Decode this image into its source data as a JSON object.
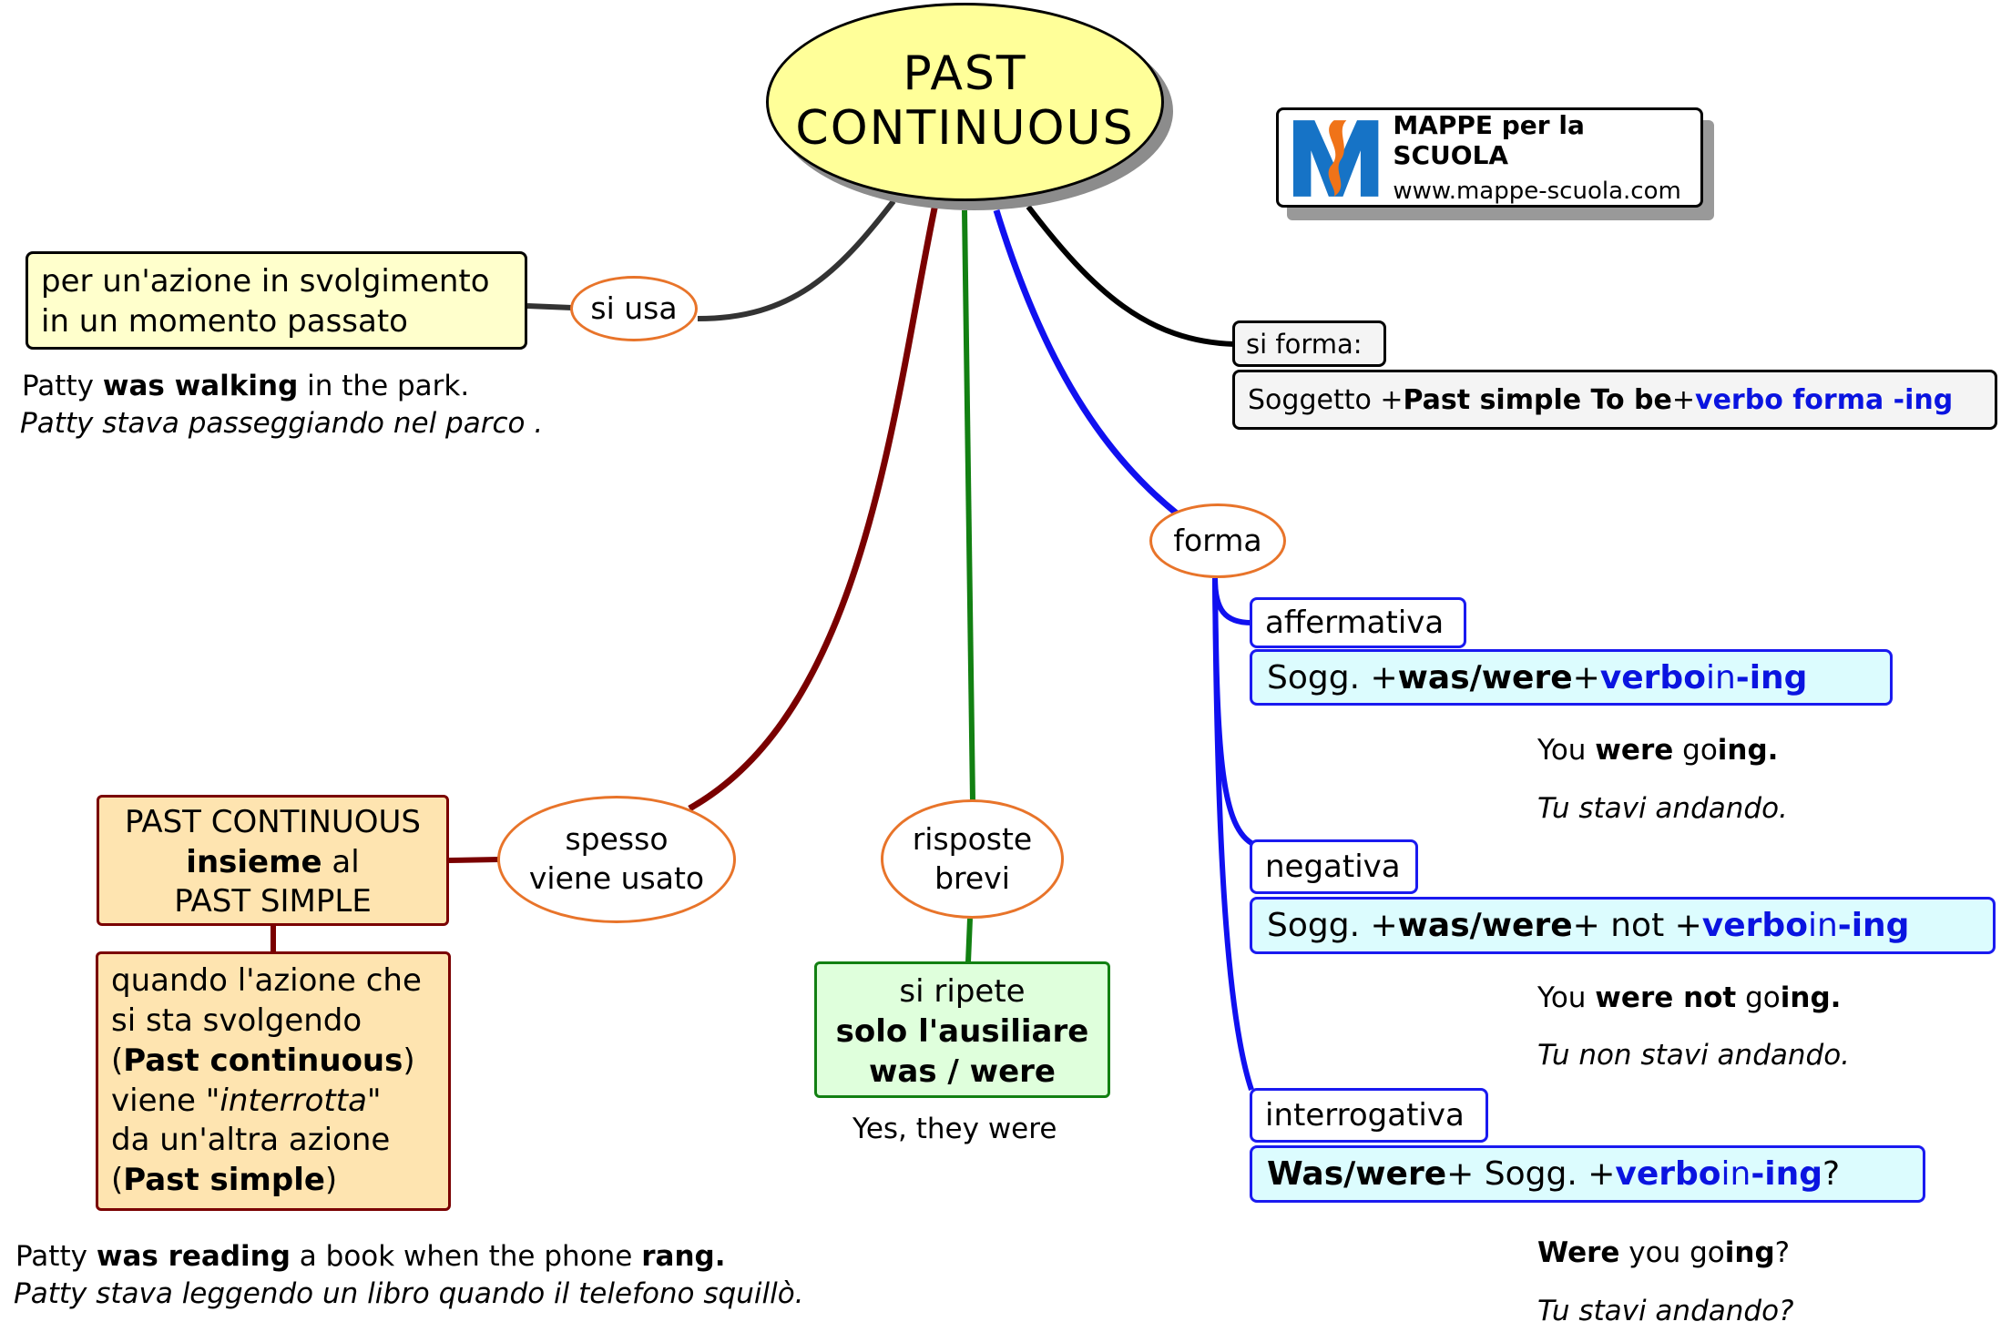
{
  "title": {
    "line1": "PAST",
    "line2": "CONTINUOUS"
  },
  "logo": {
    "name": "MAPPE per la SCUOLA",
    "url": "www.mappe-scuola.com",
    "letter": "M",
    "colors": {
      "blue": "#1673c6",
      "orange": "#f07318"
    }
  },
  "uso": {
    "node": "si usa",
    "box": {
      "line1": "per un'azione in svolgimento",
      "line2": "in un momento passato"
    },
    "example": {
      "pre": "Patty ",
      "bold": "was walking",
      "post": " in the park.",
      "translation": "Patty stava passeggiando nel parco ."
    }
  },
  "formazione": {
    "node": "si forma:",
    "formula": {
      "s1": "Soggetto + ",
      "s2": "Past simple To be",
      "s3": " + ",
      "s4": "verbo forma -ing"
    }
  },
  "forma": {
    "node": "forma",
    "affermativa": {
      "label": "affermativa",
      "formula": {
        "s1": "Sogg. + ",
        "s2": "was/were",
        "s3": " + ",
        "s4": "verbo",
        "s5": " in ",
        "s6": "-ing"
      },
      "example": {
        "a": "You ",
        "b": "were",
        "c": " go",
        "d": "ing.",
        "translation": "Tu stavi andando."
      }
    },
    "negativa": {
      "label": "negativa",
      "formula": {
        "s1": "Sogg. + ",
        "s2": "was/were",
        "s3": " + not + ",
        "s4": "verbo",
        "s5": " in ",
        "s6": "-ing"
      },
      "example": {
        "a": "You ",
        "b": "were not",
        "c": " go",
        "d": "ing.",
        "translation": "Tu non stavi andando."
      }
    },
    "interrogativa": {
      "label": "interrogativa",
      "formula": {
        "s1": "Was/were",
        "s2": " + Sogg. + ",
        "s3": "verbo",
        "s4": " in ",
        "s5": "-ing",
        "s6": " ?"
      },
      "example": {
        "a": "Were",
        "b": " you go",
        "c": "ing",
        "d": "?",
        "translation": "Tu stavi andando?"
      }
    }
  },
  "risposte": {
    "node": {
      "line1": "risposte",
      "line2": "brevi"
    },
    "box": {
      "line1": "si ripete",
      "line2": "solo l'ausiliare",
      "line3": "was / were"
    },
    "example": "Yes, they were"
  },
  "spesso": {
    "node": {
      "line1": "spesso",
      "line2": "viene usato"
    },
    "box1": {
      "line1": "PAST CONTINUOUS",
      "line2b": "insieme",
      "line2": " al",
      "line3": "PAST SIMPLE"
    },
    "box2": {
      "l1": "quando l'azione che",
      "l2": "si sta svolgendo",
      "l3a": "(",
      "l3b": "Past continuous",
      "l3c": ")",
      "l4a": "viene ",
      "l4b": "\"interrotta\"",
      "l5": "da un'altra azione",
      "l6a": "(",
      "l6b": "Past simple",
      "l6c": ")"
    },
    "example": {
      "a": "Patty ",
      "b": "was reading",
      "c": " a book when the phone ",
      "d": "rang.",
      "translation": "Patty stava leggendo un libro quando il telefono squillò."
    }
  },
  "colors": {
    "central": "#ffff99",
    "uso_box": "#ffffcc",
    "spesso_box": "#fee4b0",
    "risposte_box": "#dfffdc",
    "formula_box": "#dcfcfe",
    "link_uso": "#333333",
    "link_spesso": "#7a0000",
    "link_risposte": "#128012",
    "link_forma": "#1010f0",
    "link_formazione": "#000000"
  }
}
